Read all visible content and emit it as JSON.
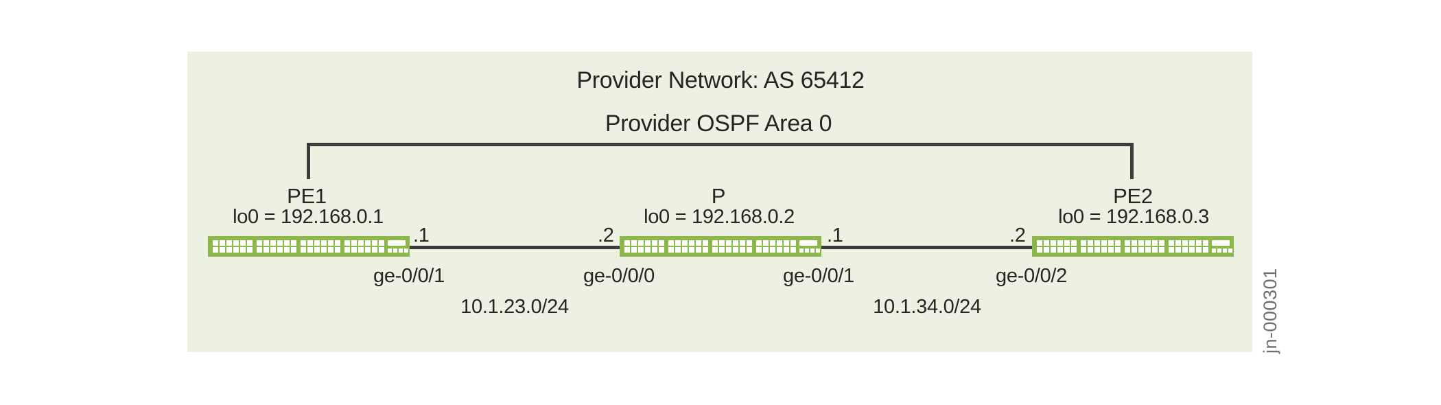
{
  "figure": {
    "title": "Provider Network: AS 65412",
    "subtitle": "Provider OSPF Area 0",
    "watermark": "jn-000301"
  },
  "colors": {
    "panel_bg": "#edf1e1",
    "router_green": "#8cb84b",
    "line_dark": "#3d3c3b",
    "text": "#262523",
    "watermark_gray": "#6f6f6f"
  },
  "icons": {
    "router_icon": "green-switch-front-panel"
  },
  "routers": [
    {
      "name": "PE1",
      "loopback": "lo0 = 192.168.0.1"
    },
    {
      "name": "P",
      "loopback": "lo0 = 192.168.0.2"
    },
    {
      "name": "PE2",
      "loopback": "lo0 = 192.168.0.3"
    }
  ],
  "links": [
    {
      "subnet": "10.1.23.0/24",
      "left": {
        "ip": ".1",
        "interface": "ge-0/0/1"
      },
      "right": {
        "ip": ".2",
        "interface": "ge-0/0/0"
      }
    },
    {
      "subnet": "10.1.34.0/24",
      "left": {
        "ip": ".1",
        "interface": "ge-0/0/1"
      },
      "right": {
        "ip": ".2",
        "interface": "ge-0/0/2"
      }
    }
  ]
}
